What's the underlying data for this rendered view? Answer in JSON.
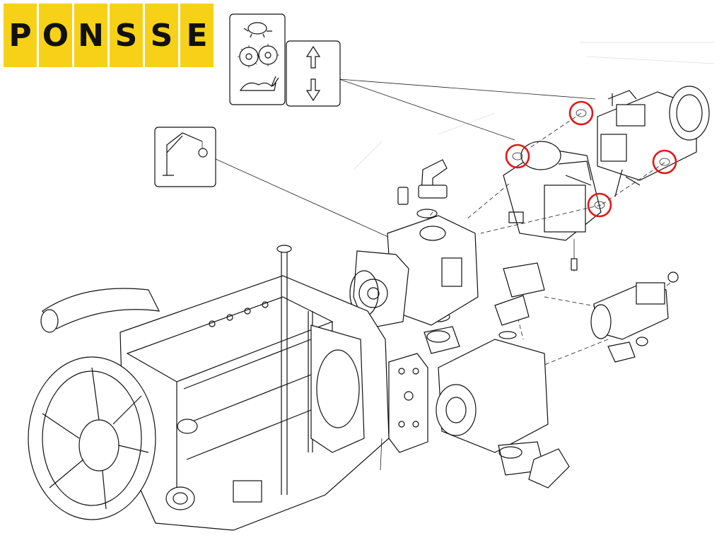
{
  "brand": {
    "letters": [
      "P",
      "O",
      "N",
      "S",
      "S",
      "E"
    ],
    "color": "#f7d117"
  },
  "icons": {
    "speed_mode": "turtle-gears-rabbit-icon",
    "direction": "up-down-arrows-icon",
    "crane": "crane-icon"
  },
  "highlight_color": "#e01818"
}
